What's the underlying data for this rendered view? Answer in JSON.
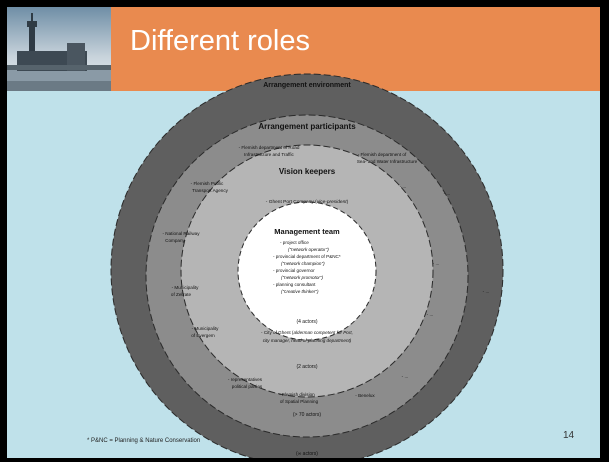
{
  "slide": {
    "title": "Different roles",
    "page_number": "14",
    "footnote": "* P&NC = Planning & Nature Conservation"
  },
  "circles": {
    "environment": {
      "heading": "Arrangement environment",
      "count": "(∞ actors)"
    },
    "participants": {
      "heading": "Arrangement participants",
      "count": "(> 70 actors)",
      "items": [
        [
          "- Flemish department of Road",
          "Infrastructure and Traffic"
        ],
        [
          "- Flemish department of",
          "Sea- and Water Infrastructure"
        ],
        [
          "- Flemish Public",
          "Transport Agency"
        ],
        [
          "- National Railway",
          "Company"
        ],
        [
          "- Municipality",
          "of Zelzate"
        ],
        [
          "- Municipality",
          "of Evergem"
        ],
        [
          "- representatives",
          "political parties"
        ],
        [
          "- Flemish division",
          "of Spatial Planning"
        ],
        [
          "- Benelux"
        ],
        [
          "- ..."
        ],
        [
          "- ..."
        ],
        [
          "- ..."
        ],
        [
          "- ..."
        ],
        [
          "- ..."
        ],
        [
          "- ..."
        ]
      ]
    },
    "vision_keepers": {
      "heading": "Vision keepers",
      "count": "(2 actors)",
      "item1_prefix": "- Ghent Port Company (",
      "item1_role": "vice-president",
      "item1_suffix": ")",
      "item2_line1_prefix": "- City of Ghent (",
      "item2_line1_role": "alderman competent for Port,",
      "item2_line2": "city manager, head of planning department)"
    },
    "management": {
      "heading": "Management team",
      "count": "(4 actors)",
      "items": [
        "- project office",
        "(\"network operator\")",
        "- provincial department of P&NC*",
        "(\"network champion\")",
        "- provincial governor",
        "(\"network promotor\")",
        "- planning consultant",
        "(\"creative thinker\")"
      ]
    }
  },
  "colors": {
    "header": "#e98a4f",
    "background": "#bfe1ea",
    "ring_environment": "#5f5f5f",
    "ring_participants": "#8c8c8c",
    "ring_vision": "#b5b5b5",
    "ring_management": "#ffffff"
  }
}
